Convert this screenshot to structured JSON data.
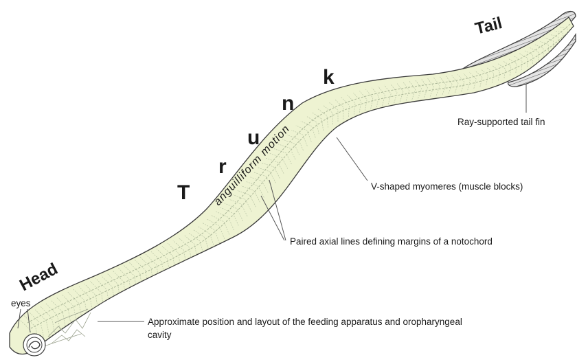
{
  "diagram": {
    "regions": {
      "head": "Head",
      "tail": "Tail",
      "trunk_letters": [
        "T",
        "r",
        "u",
        "n",
        "k"
      ],
      "motion": "anguilliform motion"
    },
    "annotations": {
      "eyes": "eyes",
      "tail_fin": "Ray-supported tail fin",
      "myomeres": "V-shaped myomeres (muscle blocks)",
      "axial_lines": "Paired axial lines defining margins of a notochord",
      "feeding_line1": "Approximate position and layout of the feeding apparatus and oropharyngeal",
      "feeding_line2": "cavity"
    },
    "colors": {
      "body_fill": "#eef3d2",
      "outline": "#3a3a3a",
      "myomere_lines": "#b9c4a6",
      "leader": "#555555",
      "fin_fill": "#d9d9d9"
    }
  }
}
